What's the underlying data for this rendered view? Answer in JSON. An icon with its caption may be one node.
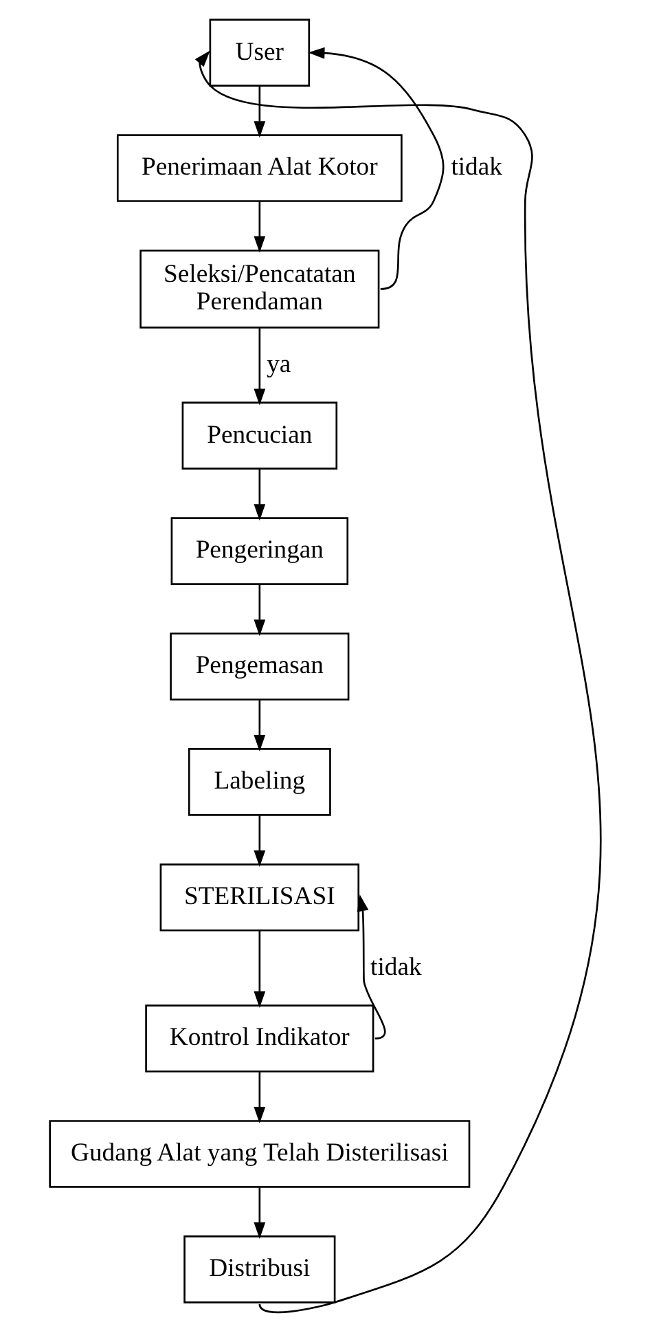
{
  "diagram": {
    "nodes": [
      {
        "text": [
          "User"
        ]
      },
      {
        "text": [
          "Penerimaan Alat Kotor"
        ]
      },
      {
        "text": [
          "Seleksi/Pencatatan Perendaman"
        ]
      },
      {
        "text": [
          "Pencucian"
        ]
      },
      {
        "text": [
          "Pengeringan"
        ]
      },
      {
        "text": [
          "Pengemasan"
        ]
      },
      {
        "text": [
          "Labeling"
        ]
      },
      {
        "text": [
          "STERILISASI"
        ]
      },
      {
        "text": [
          "Kontrol Indikator"
        ]
      },
      {
        "text": [
          "Gudang Alat yang Telah Disterilisasi"
        ]
      },
      {
        "text": [
          "Distribusi"
        ]
      }
    ],
    "edges": [
      {
        "from": 0,
        "to": 1,
        "arrow": "to"
      },
      {
        "from": 1,
        "to": 2,
        "arrow": "to"
      },
      {
        "from": 2,
        "to": 0,
        "arrow": "to",
        "label": "tidak"
      },
      {
        "from": 2,
        "to": 3,
        "arrow": "to",
        "label": "ya"
      },
      {
        "from": 3,
        "to": 4,
        "arrow": "to"
      },
      {
        "from": 4,
        "to": 5,
        "arrow": "to"
      },
      {
        "from": 5,
        "to": 6,
        "arrow": "to"
      },
      {
        "from": 6,
        "to": 7,
        "arrow": "to"
      },
      {
        "from": 7,
        "to": 8,
        "arrow": "to"
      },
      {
        "from": 8,
        "to": 7,
        "arrow": "to",
        "label": "tidak"
      },
      {
        "from": 8,
        "to": 9,
        "arrow": "to"
      },
      {
        "from": 9,
        "to": 10,
        "arrow": "to"
      },
      {
        "from": 10,
        "to": 0,
        "arrow": "to"
      }
    ]
  }
}
